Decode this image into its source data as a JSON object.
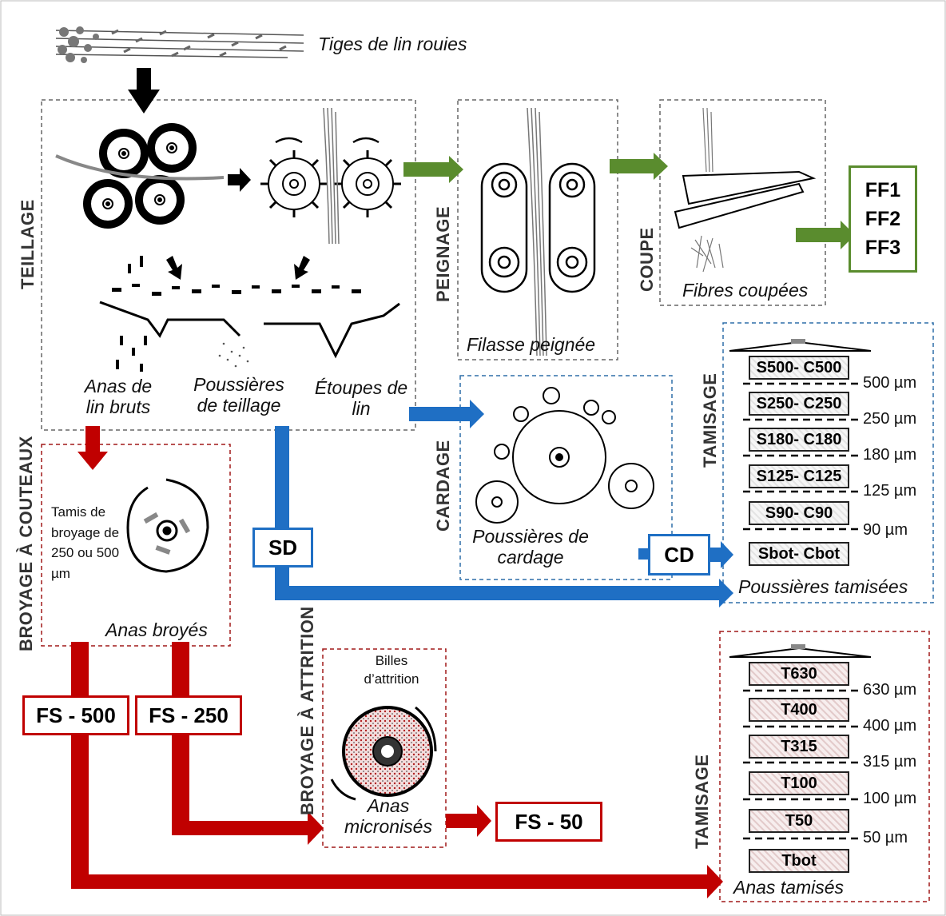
{
  "labels": {
    "tiges": "Tiges de lin rouies",
    "anas_bruts": "Anas de lin bruts",
    "poussieres_teillage": "Poussières de teillage",
    "etoupes": "Étoupes de lin",
    "filasse": "Filasse peignée",
    "fibres_coupees": "Fibres coupées",
    "poussieres_cardage": "Poussières de cardage",
    "anas_broyes": "Anas broyés",
    "anas_micronises": "Anas micronisés",
    "poussieres_tamisees": "Poussières tamisées",
    "anas_tamises": "Anas tamisés",
    "tamis_broyage": "Tamis de broyage de 250 ou 500 µm",
    "billes": "Billes d’attrition"
  },
  "steps": {
    "teillage": "TEILLAGE",
    "peignage": "PEIGNAGE",
    "coupe": "COUPE",
    "cardage": "CARDAGE",
    "broyage_couteaux": "BROYAGE À COUTEAUX",
    "broyage_attrition": "BROYAGE À ATTRITION",
    "tamisage_1": "TAMISAGE",
    "tamisage_2": "TAMISAGE"
  },
  "outputs": {
    "ff": [
      "FF1",
      "FF2",
      "FF3"
    ],
    "sd": "SD",
    "cd": "CD",
    "fs500": "FS - 500",
    "fs250": "FS - 250",
    "fs50": "FS - 50"
  },
  "sieve_stack_1": {
    "fractions": [
      "S500- C500",
      "S250- C250",
      "S180- C180",
      "S125- C125",
      "S90- C90",
      "Sbot- Cbot"
    ],
    "meshes": [
      "500 µm",
      "250 µm",
      "180 µm",
      "125 µm",
      "90 µm"
    ]
  },
  "sieve_stack_2": {
    "fractions": [
      "T630",
      "T400",
      "T315",
      "T100",
      "T50",
      "Tbot"
    ],
    "meshes": [
      "630 µm",
      "400 µm",
      "315 µm",
      "100 µm",
      "50 µm"
    ]
  },
  "colors": {
    "green": "#5a8c2e",
    "blue": "#1f6fc4",
    "red": "#c00000",
    "dash_grey": "#666666",
    "dash_blue": "#2e6fa8",
    "dash_red": "#a01818"
  }
}
